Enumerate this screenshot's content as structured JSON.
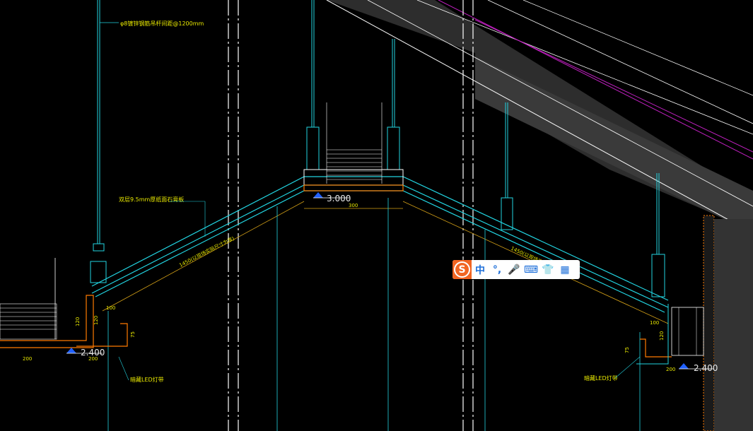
{
  "drawing": {
    "labels": {
      "rod_note": "φ8镀锌钢筋吊杆间距@1200mm",
      "board_note": "双层9.5mm厚纸面石膏板",
      "slope_left": "1450(以现场实际尺寸为准)",
      "slope_right": "1450(以现场实际尺寸为准)",
      "dim_300": "300",
      "dim_200_a": "200",
      "dim_200_b": "200",
      "dim_200_c": "200",
      "dim_100_left": "100",
      "dim_120_left": "120",
      "dim_120_left_v": "120",
      "dim_75_left": "75",
      "dim_100_right": "100",
      "dim_120_right": "120",
      "dim_75_right": "75",
      "led_left": "暗藏LED灯带",
      "led_right": "暗藏LED灯带"
    },
    "levels": {
      "center": "3.000",
      "left": "2.400",
      "right": "2.400"
    },
    "colors": {
      "background": "#000000",
      "main_line": "#22d3e0",
      "dim_line": "#d4a017",
      "text": "#e8e800",
      "roof_fill": "#3a3a3a",
      "magenta": "#c020c0",
      "orange": "#ff7a00",
      "level_marker": "#2060ff"
    }
  },
  "ime_toolbar": {
    "logo": "S",
    "items": [
      {
        "label": "中",
        "icon": "chinese-mode-icon"
      },
      {
        "label": "°,",
        "icon": "punctuation-icon"
      },
      {
        "label": "🎤",
        "icon": "microphone-icon"
      },
      {
        "label": "⌨",
        "icon": "keyboard-icon"
      },
      {
        "label": "👕",
        "icon": "skin-icon"
      },
      {
        "label": "▦",
        "icon": "toolbox-icon"
      }
    ]
  }
}
